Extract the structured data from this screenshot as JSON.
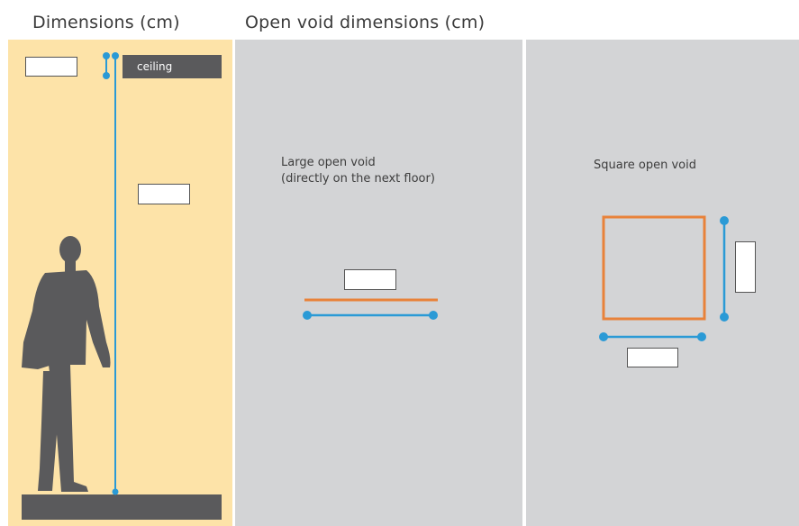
{
  "headings": {
    "dimensions": "Dimensions (cm)",
    "open_void": "Open void dimensions (cm)"
  },
  "left_panel": {
    "ceiling_label": "ceiling"
  },
  "middle_panel": {
    "label_line1": "Large open void",
    "label_line2": "(directly on the next floor)"
  },
  "right_panel": {
    "label": "Square open void"
  },
  "colors": {
    "left_panel_bg": "#fde3a8",
    "void_panel_bg": "#d3d4d6",
    "measure_line": "#2a9ad6",
    "void_outline": "#e8823a",
    "bar": "#5a5a5c",
    "silhouette": "#5a5a5c"
  },
  "icons": [
    "person-silhouette-icon",
    "dimension-marker-icon"
  ]
}
